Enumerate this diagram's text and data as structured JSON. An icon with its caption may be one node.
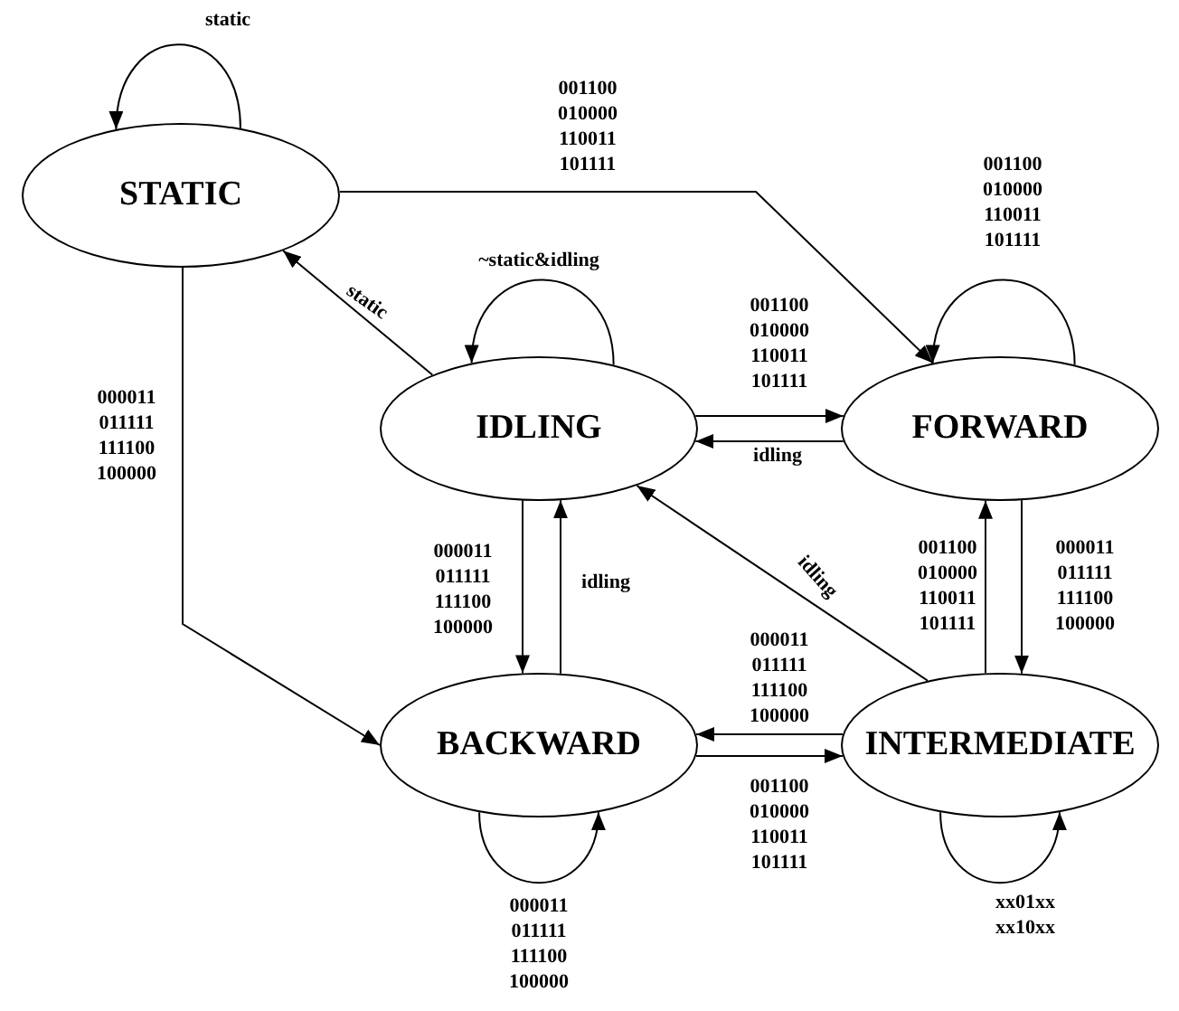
{
  "diagram": {
    "nodes": [
      {
        "text": [
          "STATIC"
        ]
      },
      {
        "text": [
          "IDLING"
        ]
      },
      {
        "text": [
          "FORWARD"
        ]
      },
      {
        "text": [
          "BACKWARD"
        ]
      },
      {
        "text": [
          "INTERMEDIATE"
        ]
      }
    ],
    "edges": [
      {
        "from": 0,
        "to": 0,
        "arrow": "to",
        "label": "static"
      },
      {
        "from": 0,
        "to": 2,
        "arrow": "to",
        "label": "001100 010000 110011 101111"
      },
      {
        "from": 2,
        "to": 2,
        "arrow": "to",
        "label": "001100 010000 110011 101111"
      },
      {
        "from": 1,
        "to": 0,
        "arrow": "to",
        "label": "static"
      },
      {
        "from": 1,
        "to": 1,
        "arrow": "to",
        "label": "~static&idling"
      },
      {
        "from": 1,
        "to": 2,
        "arrow": "to",
        "label": "001100 010000 110011 101111"
      },
      {
        "from": 2,
        "to": 1,
        "arrow": "to",
        "label": "idling"
      },
      {
        "from": 0,
        "to": 3,
        "arrow": "to",
        "label": "000011 011111 111100 100000"
      },
      {
        "from": 1,
        "to": 3,
        "arrow": "to",
        "label": "000011 011111 111100 100000"
      },
      {
        "from": 3,
        "to": 1,
        "arrow": "to",
        "label": "idling"
      },
      {
        "from": 4,
        "to": 1,
        "arrow": "to",
        "label": "idling"
      },
      {
        "from": 4,
        "to": 2,
        "arrow": "to",
        "label": "001100 010000 110011 101111"
      },
      {
        "from": 2,
        "to": 4,
        "arrow": "to",
        "label": "000011 011111 111100 100000"
      },
      {
        "from": 4,
        "to": 3,
        "arrow": "to",
        "label": "000011 011111 111100 100000"
      },
      {
        "from": 3,
        "to": 4,
        "arrow": "to",
        "label": "001100 010000 110011 101111"
      },
      {
        "from": 3,
        "to": 3,
        "arrow": "to",
        "label": "000011 011111 111100 100000"
      },
      {
        "from": 4,
        "to": 4,
        "arrow": "to",
        "label": "xx01xx xx10xx"
      }
    ]
  }
}
